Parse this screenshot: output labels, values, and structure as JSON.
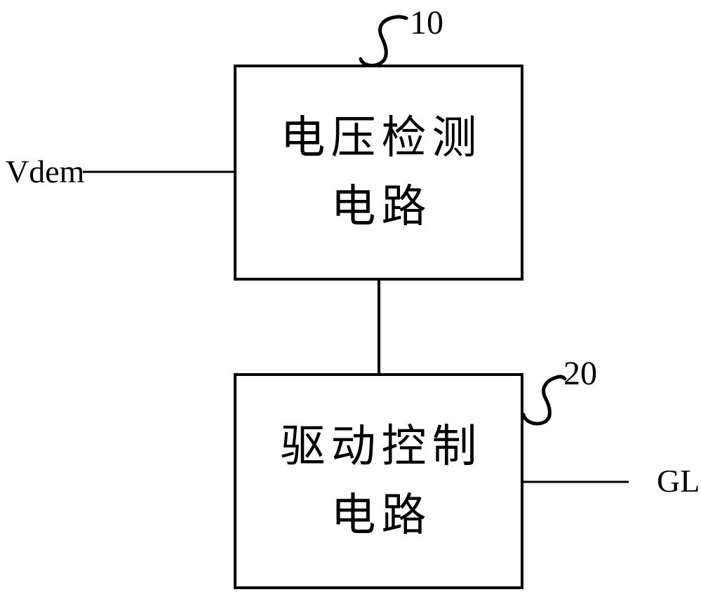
{
  "blocks": [
    {
      "name": "voltage-detection-circuit",
      "line1": "电压检测",
      "line2": "电路",
      "ref": "10"
    },
    {
      "name": "drive-control-circuit",
      "line1": "驱动控制",
      "line2": "电路",
      "ref": "20"
    }
  ],
  "ports": {
    "input_label": "Vdem",
    "output_label": "GL"
  },
  "colors": {
    "ink": "#000000",
    "background": "#ffffff"
  }
}
